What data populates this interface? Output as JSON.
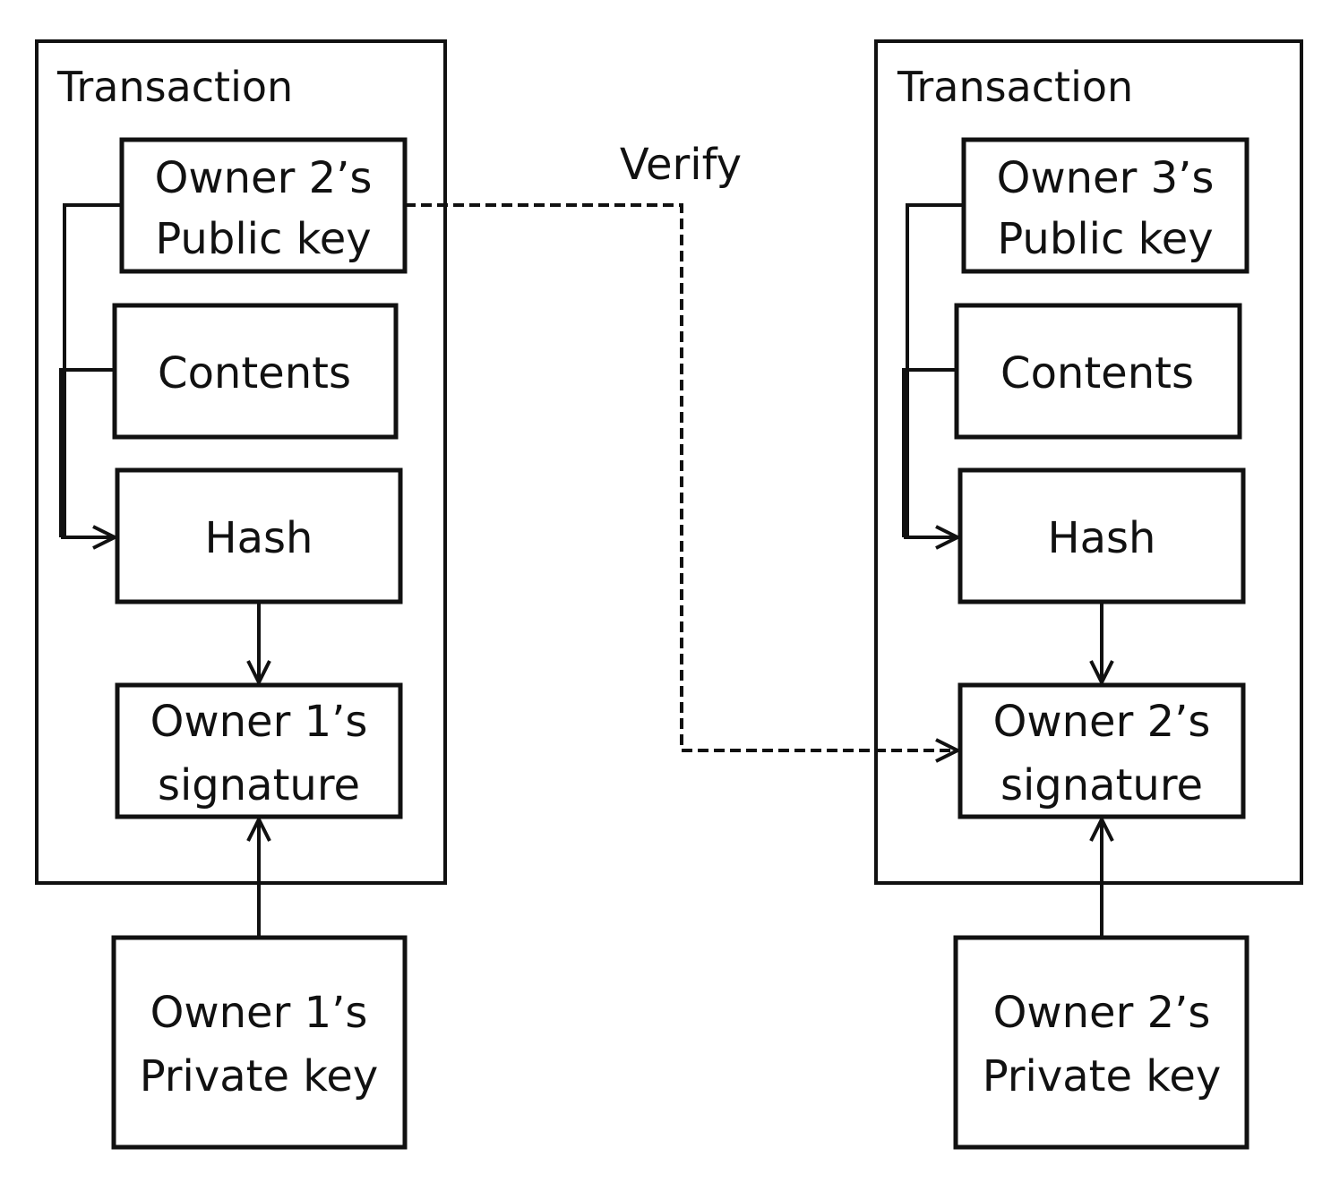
{
  "verify_label": "Verify",
  "transactions": [
    {
      "title": "Transaction",
      "public_key": [
        "Owner 2’s",
        "Public key"
      ],
      "contents": "Contents",
      "hash": "Hash",
      "signature": [
        "Owner 1’s",
        "signature"
      ],
      "private_key": [
        "Owner 1’s",
        "Private key"
      ]
    },
    {
      "title": "Transaction",
      "public_key": [
        "Owner 3’s",
        "Public key"
      ],
      "contents": "Contents",
      "hash": "Hash",
      "signature": [
        "Owner 2’s",
        "signature"
      ],
      "private_key": [
        "Owner 2’s",
        "Private key"
      ]
    }
  ]
}
